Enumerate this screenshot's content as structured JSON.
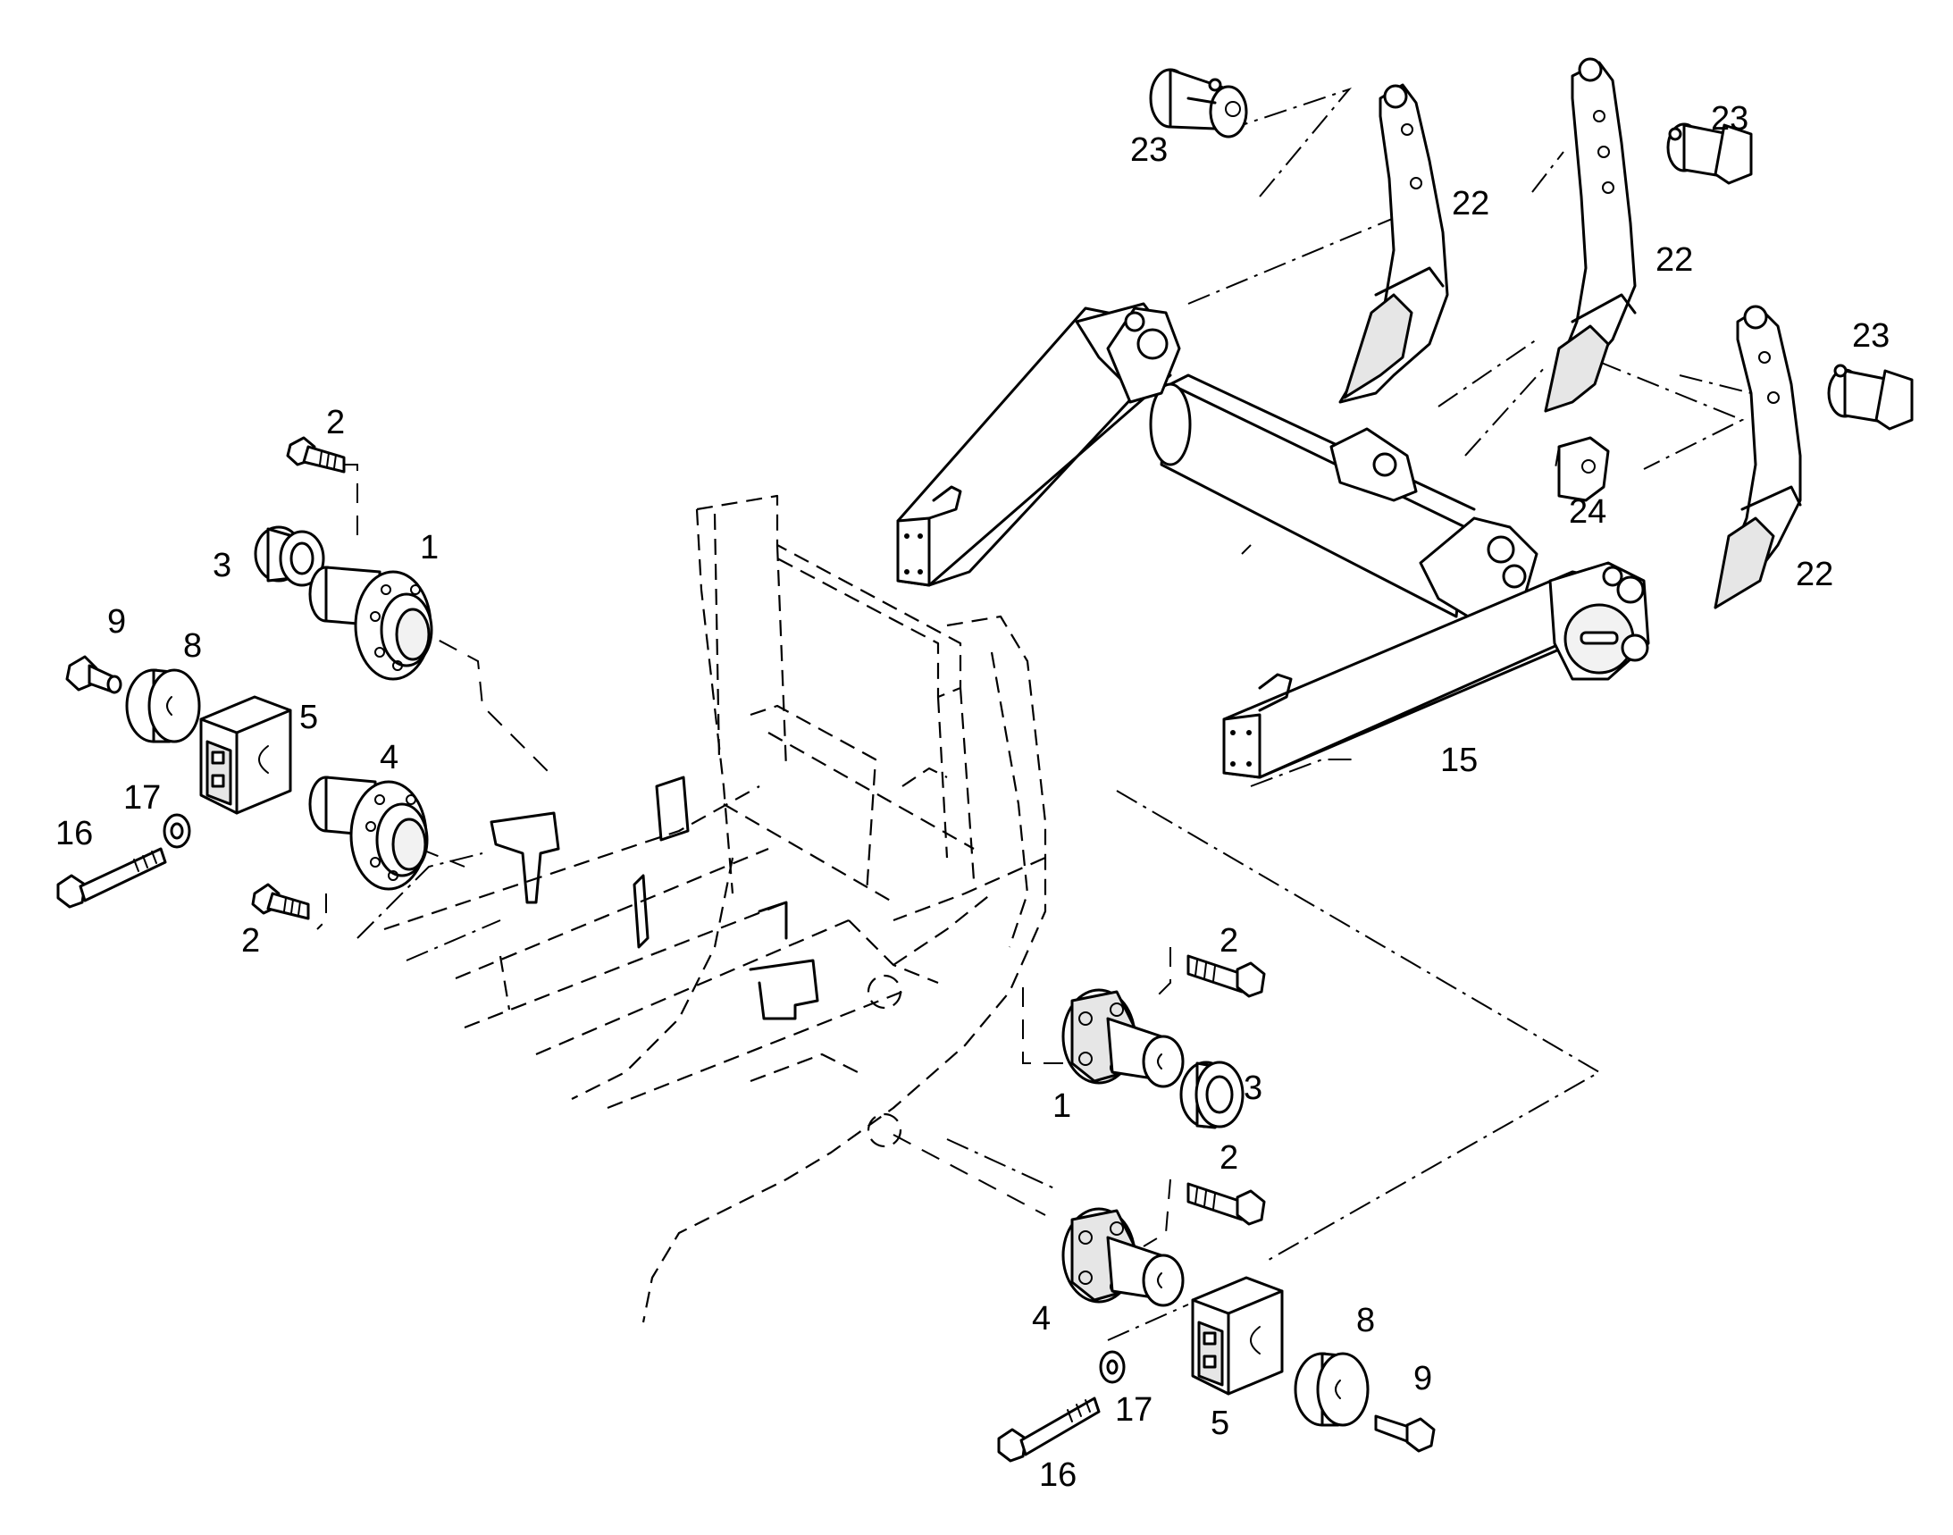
{
  "diagram": {
    "callouts": {
      "c1a": "1",
      "c1b": "1",
      "c2a": "2",
      "c2b": "2",
      "c2c": "2",
      "c2d": "2",
      "c3a": "3",
      "c3b": "3",
      "c4a": "4",
      "c4b": "4",
      "c5a": "5",
      "c5b": "5",
      "c8a": "8",
      "c8b": "8",
      "c9a": "9",
      "c9b": "9",
      "c15": "15",
      "c16a": "16",
      "c16b": "16",
      "c17a": "17",
      "c17b": "17",
      "c22a": "22",
      "c22b": "22",
      "c22c": "22",
      "c23a": "23",
      "c23b": "23",
      "c23c": "23",
      "c24": "24"
    }
  }
}
